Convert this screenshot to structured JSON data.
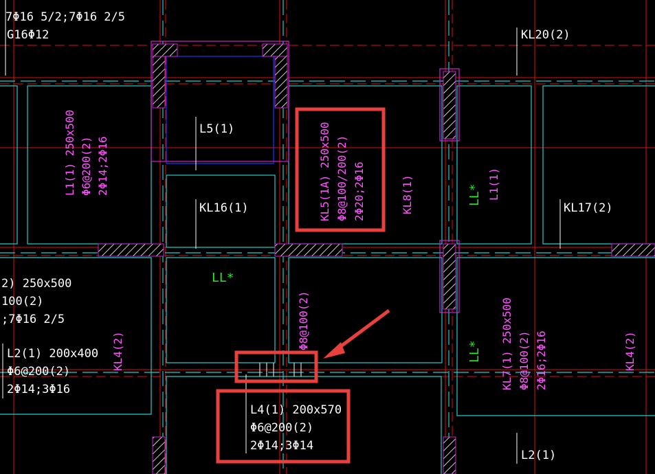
{
  "labels": {
    "top_left_1": "7Φ16 5/2;7Φ16 2/5",
    "top_left_2": "G16Φ12",
    "kl20": "KL20(2)",
    "l5": "L5(1)",
    "kl16": "KL16(1)",
    "kl17": "KL17(2)",
    "l1_left_1": "L1(1) 250x500",
    "l1_left_2": "Φ6@200(2)",
    "l1_left_3": "2Φ14;2Φ16",
    "kl5_1": "KL5(1A) 250x500",
    "kl5_2": "Φ8@100/200(2)",
    "kl5_3": "2Φ20;2Φ16",
    "kl8": "KL8(1)",
    "l1_right": "L1(1)",
    "ll_green_1": "LL*",
    "ll_green_2": "LL*",
    "ll_green_3": "LL*",
    "left_mid_1": "2) 250x500",
    "left_mid_2": "100(2)",
    "left_mid_3": ";7Φ16 2/5",
    "l2_1": "L2(1) 200x400",
    "l2_2": "Φ6@200(2)",
    "l2_3": "2Φ14;3Φ16",
    "kl4_left": "KL4(2)",
    "phi8_vertical": "Φ8@100(2)",
    "l4_1": "L4(1) 200x570",
    "l4_2": "Φ6@200(2)",
    "l4_3": "2Φ14;3Φ14",
    "kl7_1": "KL7(1) 250x500",
    "kl7_2": "Φ8@100(2)",
    "kl7_3": "2Φ16;2Φ16",
    "kl4_right": "KL4(2)",
    "l2_bottom": "L2(1)"
  },
  "colors": {
    "background": "#000000",
    "axis_line": "#dd1111",
    "beam_edge": "#22cccc",
    "column_outline": "#cc22cc",
    "annotation_text": "#ffffff",
    "beam_text": "#ff55ff",
    "lintel_text": "#22ee22",
    "highlight": "#e8403c"
  }
}
